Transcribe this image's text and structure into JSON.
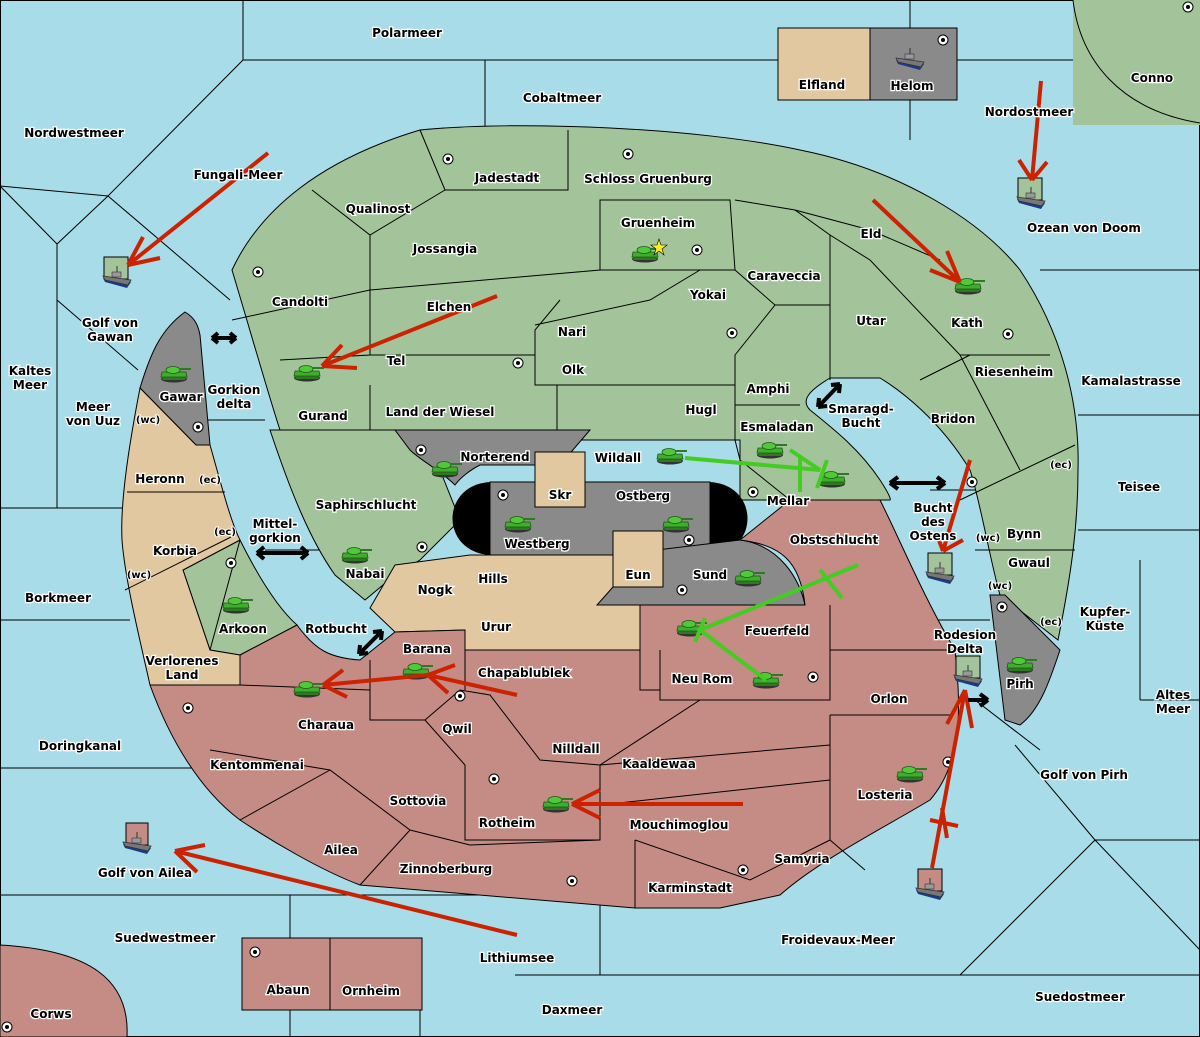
{
  "colors": {
    "sea": "#a8dce8",
    "green_power": "#a3c49a",
    "tan_power": "#e2c8a0",
    "gray_power": "#8a8a8a",
    "red_power": "#c48c84",
    "order_move": "#cc2200",
    "order_support": "#44cc22",
    "supply_center": "#ffffff"
  },
  "sea_labels": [
    {
      "name": "Polarmeer"
    },
    {
      "name": "Cobaltmeer"
    },
    {
      "name": "Nordwestmeer"
    },
    {
      "name": "Fungali-Meer"
    },
    {
      "name": "Nordostmeer"
    },
    {
      "name": "Ozean von Doom"
    },
    {
      "name": "Golf von Gawan"
    },
    {
      "name": "Kaltes Meer"
    },
    {
      "name": "Meer von Uuz"
    },
    {
      "name": "Gorkion delta"
    },
    {
      "name": "Mittel-gorkion"
    },
    {
      "name": "Borkmeer"
    },
    {
      "name": "Rotbucht"
    },
    {
      "name": "Doringkanal"
    },
    {
      "name": "Golf von Ailea"
    },
    {
      "name": "Suedwestmeer"
    },
    {
      "name": "Lithiumsee"
    },
    {
      "name": "Daxmeer"
    },
    {
      "name": "Froidevaux-Meer"
    },
    {
      "name": "Suedostmeer"
    },
    {
      "name": "Golf von Pirh"
    },
    {
      "name": "Altes Meer"
    },
    {
      "name": "Kupfer-Küste"
    },
    {
      "name": "Teisee"
    },
    {
      "name": "Kamalastrasse"
    },
    {
      "name": "Smaragd-Bucht"
    },
    {
      "name": "Bucht des Ostens"
    },
    {
      "name": "Rodesion Delta"
    }
  ],
  "land_labels": [
    {
      "name": "Elfland"
    },
    {
      "name": "Helom"
    },
    {
      "name": "Conno"
    },
    {
      "name": "Jadestadt"
    },
    {
      "name": "Schloss Gruenburg"
    },
    {
      "name": "Qualinost"
    },
    {
      "name": "Jossangia"
    },
    {
      "name": "Gruenheim"
    },
    {
      "name": "Eld"
    },
    {
      "name": "Caraveccia"
    },
    {
      "name": "Candolti"
    },
    {
      "name": "Elchen"
    },
    {
      "name": "Yokai"
    },
    {
      "name": "Kath"
    },
    {
      "name": "Utar"
    },
    {
      "name": "Nari"
    },
    {
      "name": "Gurand"
    },
    {
      "name": "Tel"
    },
    {
      "name": "Olk"
    },
    {
      "name": "Amphi"
    },
    {
      "name": "Riesenheim"
    },
    {
      "name": "Gawar"
    },
    {
      "name": "Land der Wiesel"
    },
    {
      "name": "Hugl"
    },
    {
      "name": "Bridon"
    },
    {
      "name": "Esmaladan"
    },
    {
      "name": "Norterend"
    },
    {
      "name": "Wildall"
    },
    {
      "name": "Mellar"
    },
    {
      "name": "Heronn"
    },
    {
      "name": "Saphirschlucht"
    },
    {
      "name": "Skr"
    },
    {
      "name": "Ostberg"
    },
    {
      "name": "Westberg"
    },
    {
      "name": "Bynn"
    },
    {
      "name": "Obstschlucht"
    },
    {
      "name": "Korbia"
    },
    {
      "name": "Nabai"
    },
    {
      "name": "Eun"
    },
    {
      "name": "Sund"
    },
    {
      "name": "Hills"
    },
    {
      "name": "Nogk"
    },
    {
      "name": "Gwaul"
    },
    {
      "name": "Urur"
    },
    {
      "name": "Arkoon"
    },
    {
      "name": "Feuerfeld"
    },
    {
      "name": "Barana"
    },
    {
      "name": "Chapablublek"
    },
    {
      "name": "Neu Rom"
    },
    {
      "name": "Verlorenes Land"
    },
    {
      "name": "Pirh"
    },
    {
      "name": "Charaua"
    },
    {
      "name": "Orlon"
    },
    {
      "name": "Qwil"
    },
    {
      "name": "Nilldall"
    },
    {
      "name": "Kaaldewaa"
    },
    {
      "name": "Kentommenai"
    },
    {
      "name": "Losteria"
    },
    {
      "name": "Sottovia"
    },
    {
      "name": "Rotheim"
    },
    {
      "name": "Mouchimoglou"
    },
    {
      "name": "Ailea"
    },
    {
      "name": "Samyria"
    },
    {
      "name": "Zinnoberburg"
    },
    {
      "name": "Karminstadt"
    },
    {
      "name": "Abaun"
    },
    {
      "name": "Ornheim"
    },
    {
      "name": "Corws"
    }
  ],
  "coast_tags": {
    "wc": "(wc)",
    "ec": "(ec)"
  },
  "units": {
    "army": "tank-icon",
    "fleet": "ship-icon",
    "capital": "star-icon"
  }
}
